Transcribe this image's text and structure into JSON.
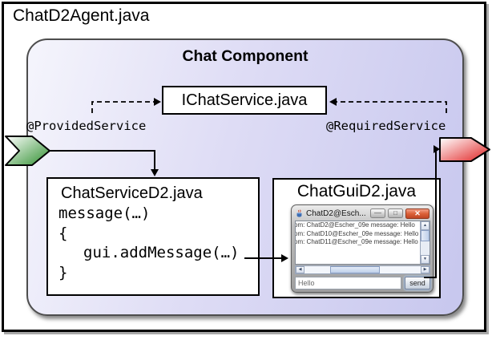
{
  "page": {
    "title": "ChatD2Agent.java"
  },
  "component": {
    "title": "Chat Component",
    "interface_box_label": "IChatService.java",
    "provided_annotation": "@ProvidedService",
    "required_annotation": "@RequiredService"
  },
  "service_box": {
    "title": "ChatServiceD2.java",
    "code": [
      "message(…)",
      "{",
      "gui.addMessage(…)",
      "}"
    ]
  },
  "gui_box": {
    "title": "ChatGuiD2.java",
    "window": {
      "title": "ChatD2@Esch...",
      "messages": [
        "om: ChatD2@Escher_09e message: Hello",
        "om: ChatD10@Escher_09e message: Hello",
        "om: ChatD11@Escher_09e message: Hello"
      ],
      "input_value": "Hello",
      "send_label": "send"
    }
  },
  "icons": {
    "minimize": "—",
    "maximize": "□",
    "close": "✕",
    "scroll_up": "▲",
    "scroll_down": "▼",
    "scroll_left": "◀",
    "scroll_right": "▶"
  },
  "colors": {
    "panel_fill_light": "#f5f5fc",
    "panel_fill_dark": "#c7c7ee",
    "provided_chevron_green": "#2f8f2f",
    "required_chevron_red": "#e02020",
    "close_button_red": "#dc6138",
    "line_black": "#000000"
  }
}
